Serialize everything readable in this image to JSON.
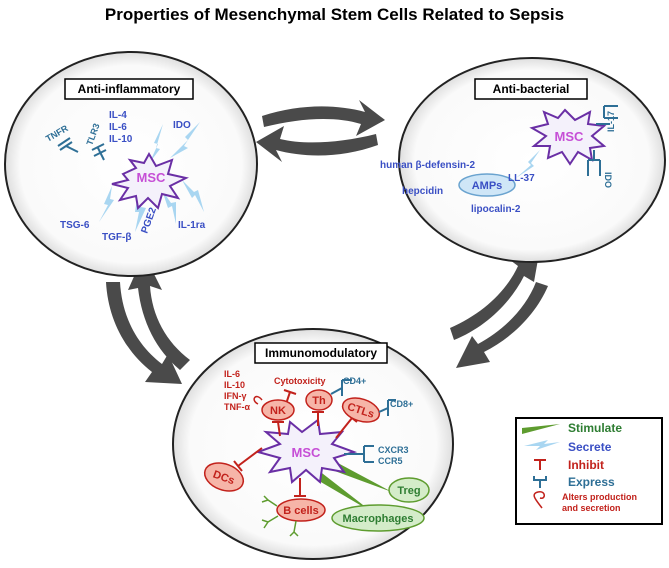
{
  "title": "Properties of Mesenchymal Stem Cells Related to Sepsis",
  "anti_inflammatory": {
    "label": "Anti-inflammatory",
    "msc": "MSC",
    "receptors": [
      "TNFR",
      "TLR3"
    ],
    "secreted": [
      "IL-4",
      "IL-6",
      "IL-10",
      "IDO",
      "TSG-6",
      "TGF-β",
      "PGE2",
      "IL-1ra"
    ]
  },
  "anti_bacterial": {
    "label": "Anti-bacterial",
    "msc": "MSC",
    "receptors": [
      "IL-17",
      "IDO"
    ],
    "amps_label": "AMPs",
    "amps": [
      "human β-defensin-2",
      "LL-37",
      "hepcidin",
      "lipocalin-2"
    ]
  },
  "immunomodulatory": {
    "label": "Immunomodulatory",
    "msc": "MSC",
    "nk_cytokines": [
      "IL-6",
      "IL-10",
      "IFN-γ",
      "TNF-α"
    ],
    "cytotoxicity": "Cytotoxicity",
    "cells": {
      "nk": "NK",
      "th": "Th",
      "ctls": "CTLs",
      "dcs": "DCs",
      "b_cells": "B cells",
      "treg": "Treg",
      "macrophages": "Macrophages"
    },
    "markers": {
      "cd4": "CD4+",
      "cd8": "CD8+",
      "cxcr3": "CXCR3",
      "ccr5": "CCR5"
    }
  },
  "legend": {
    "stimulate": "Stimulate",
    "secrete": "Secrete",
    "inhibit": "Inhibit",
    "express": "Express",
    "alters": [
      "Alters production",
      "and secretion"
    ]
  },
  "colors": {
    "msc_fill": "#f4f1fb",
    "msc_stroke": "#6a2fa5",
    "msc_text": "#c64fd6",
    "secrete": "#a9d6f1",
    "stimulate": "#5e9c2f",
    "inhibit": "#c2221c",
    "express": "#2e6f96",
    "blue_text": "#3a4fc4",
    "cell_red_fill": "#f6b5a8",
    "cell_green_fill": "#d4ecc9",
    "arrow": "#4a4a4a"
  }
}
